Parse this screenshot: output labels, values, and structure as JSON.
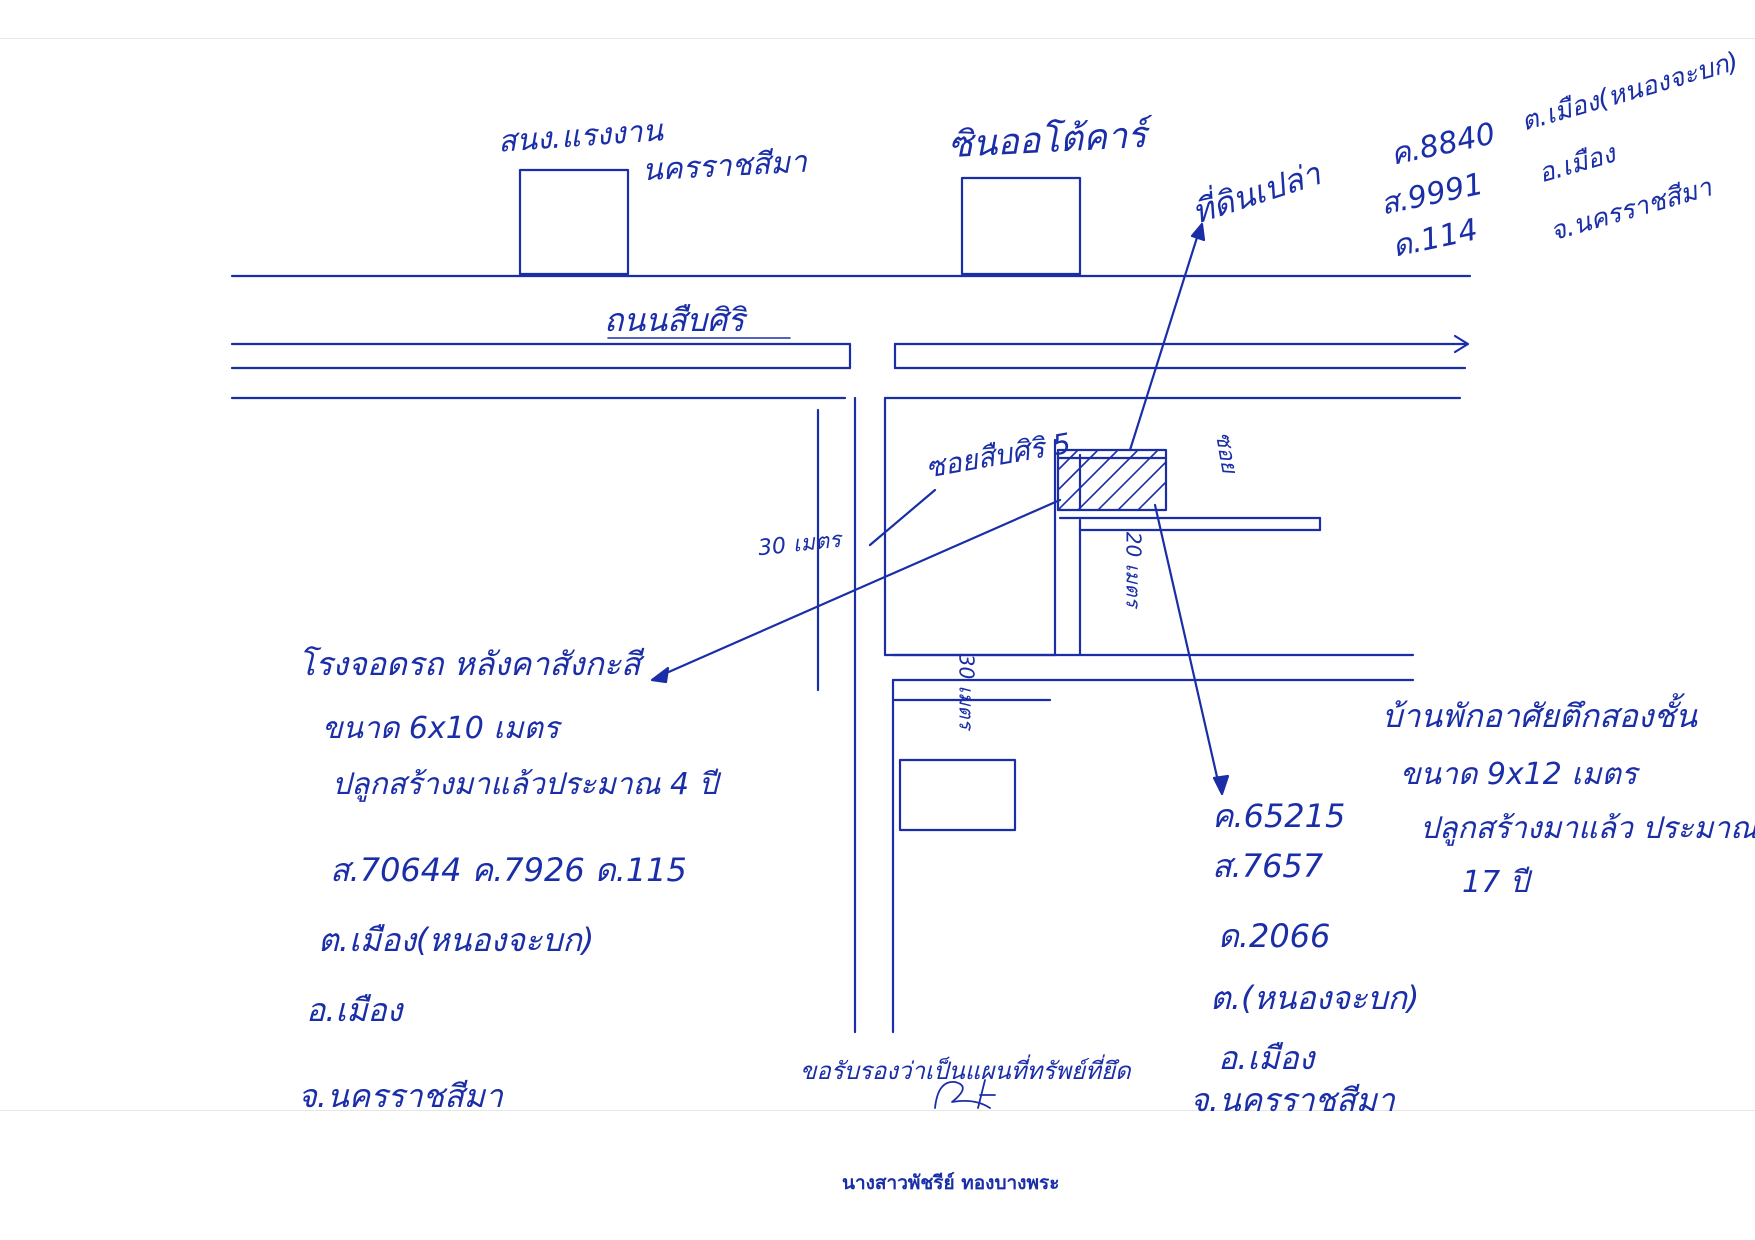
{
  "colors": {
    "ink": "#1a2ea8",
    "paper": "#ffffff"
  },
  "buildings": {
    "left_label": [
      "สนง.แรงงาน",
      "นครราชสีมา"
    ],
    "right_label": "ซินออโต้คาร์"
  },
  "road_main": "ถนนสืบศิริ",
  "soi_label": "ซอยสืบศิริ 5",
  "dist_30": "30 เมตร",
  "dist_20": "20 เมตร",
  "dist_30b": "30 เมตร",
  "soi_small": "ซอย",
  "vacant_land": {
    "heading": "ที่ดินเปล่า",
    "lines": [
      "ค.8840",
      "ส.9991",
      "ด.114"
    ]
  },
  "vacant_admin": [
    "ต.เมือง(หนองจะบก)",
    "อ.เมือง",
    "จ.นครราชสีมา"
  ],
  "garage": {
    "lines": [
      "โรงจอดรถ หลังคาสังกะสี",
      "ขนาด 6x10 เมตร",
      "ปลูกสร้างมาแล้วประมาณ 4 ปี",
      "ส.70644  ค.7926  ด.115",
      "ต.เมือง(หนองจะบก)",
      "อ.เมือง",
      "จ.นครราชสีมา"
    ]
  },
  "house_right": {
    "lines": [
      "บ้านพักอาศัยตึกสองชั้น",
      "ขนาด 9x12 เมตร",
      "ปลูกสร้างมาแล้ว ประมาณ",
      "17 ปี"
    ]
  },
  "deed_right": {
    "lines": [
      "ค.65215",
      "ส.7657",
      "ด.2066",
      "ต.(หนองจะบก)",
      "อ.เมือง",
      "จ.นครราชสีมา"
    ]
  },
  "certify": "ขอรับรองว่าเป็นแผนที่ทรัพย์ที่ยึด",
  "signature_name": "นางสาวพัชรีย์  ทองบางพระ"
}
